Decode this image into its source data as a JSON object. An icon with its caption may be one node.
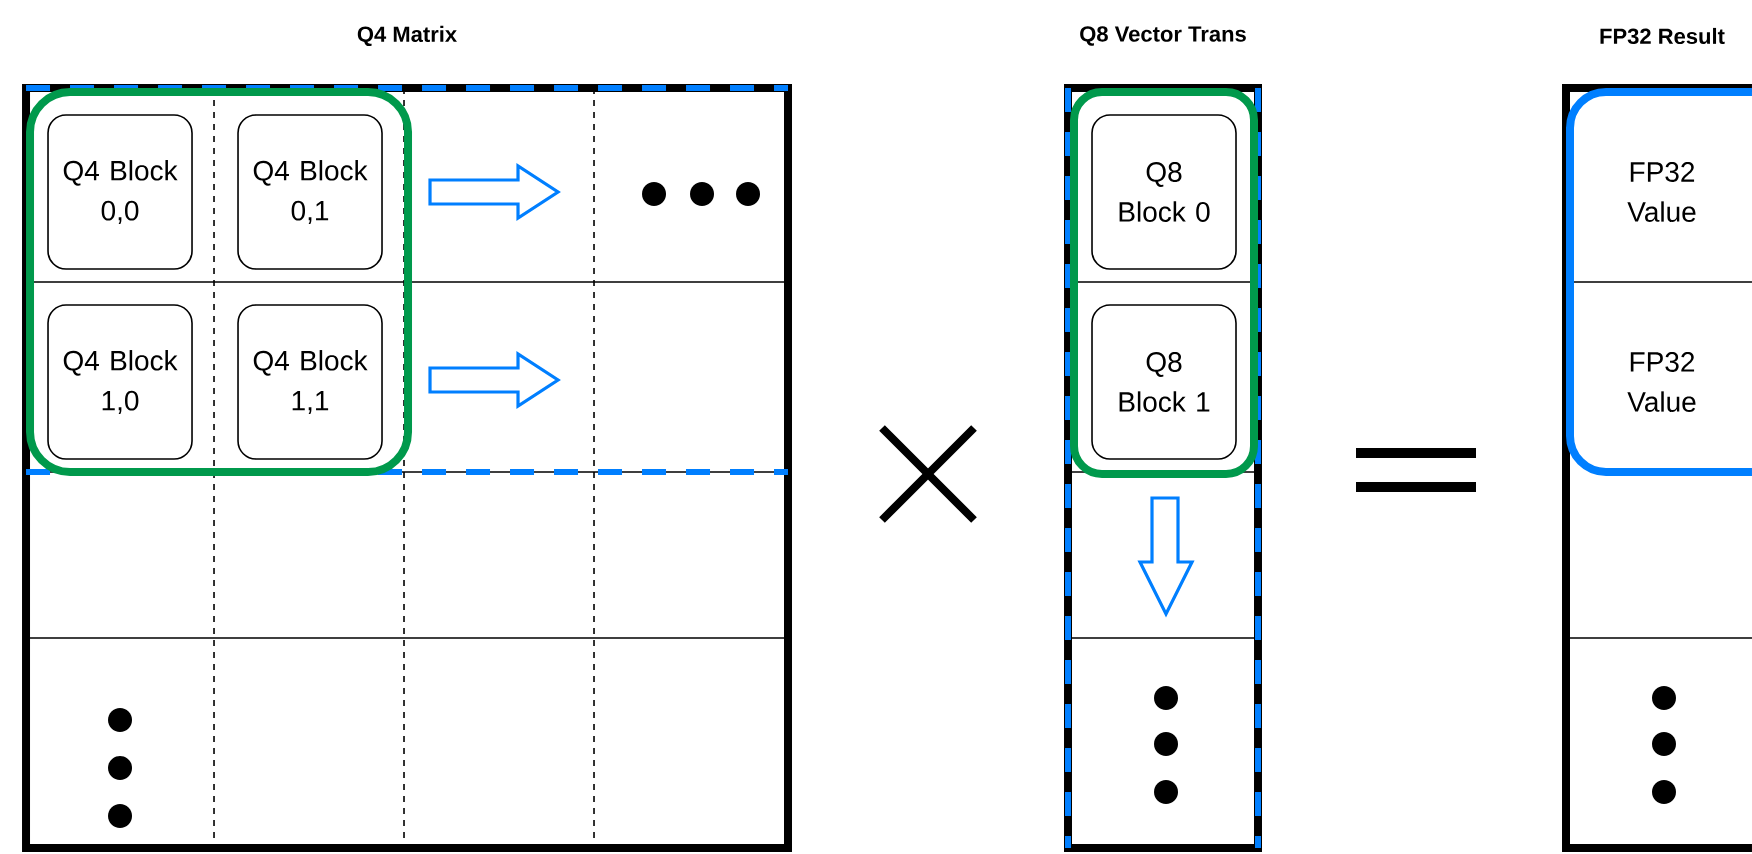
{
  "diagram": {
    "nodes": [
      {
        "text": [
          "Q4 Matrix"
        ]
      },
      {
        "text": [
          "Q4 Block 0,0"
        ],
        "in": 0
      },
      {
        "text": [
          "Q4 Block 0,1"
        ],
        "in": 0
      },
      {
        "text": [
          "Q4 Block 1,0"
        ],
        "in": 0
      },
      {
        "text": [
          "Q4 Block 1,1"
        ],
        "in": 0
      },
      {
        "text": [
          "Q8 Vector Trans"
        ]
      },
      {
        "text": [
          "Q8 Block 0"
        ],
        "in": 5
      },
      {
        "text": [
          "Q8 Block 1"
        ],
        "in": 5
      },
      {
        "text": [
          "FP32 Result"
        ]
      },
      {
        "text": [
          "FP32 Value"
        ],
        "in": 8
      },
      {
        "text": [
          "FP32 Value"
        ],
        "in": 8
      }
    ]
  }
}
